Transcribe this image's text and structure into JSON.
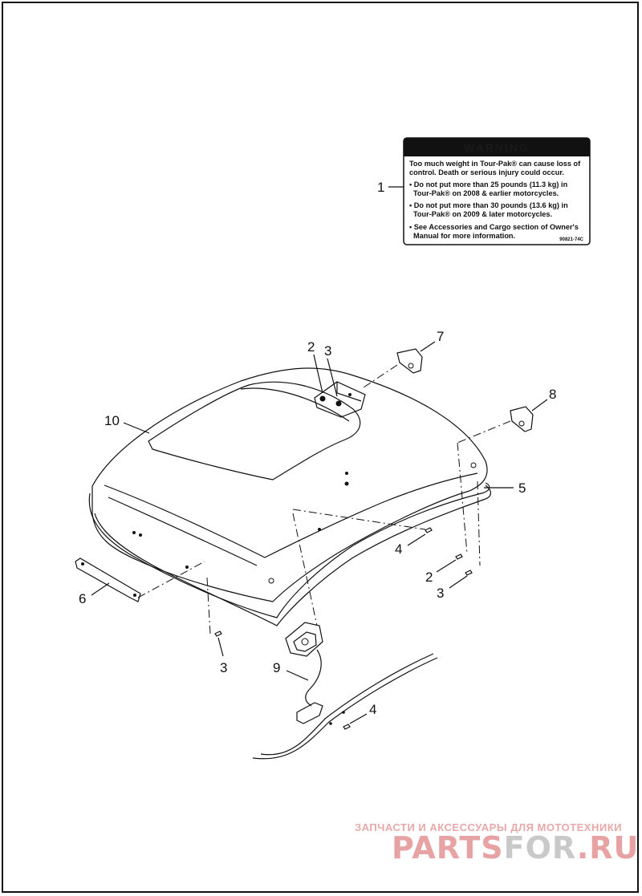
{
  "warning_label": {
    "header": "WARNING",
    "lines": [
      "Too much weight in Tour-Pak® can cause loss of",
      "control. Death or serious injury could occur."
    ],
    "bullets": [
      [
        "• Do not put more than 25 pounds (11.3 kg) in",
        "Tour-Pak® on 2008 & earlier motorcycles."
      ],
      [
        "• Do not put more than 30 pounds (13.6 kg) in",
        "Tour-Pak® on 2009 & later motorcycles."
      ],
      [
        "• See Accessories and Cargo section of Owner's",
        "Manual for more information."
      ]
    ],
    "part_code": "90821-74C"
  },
  "callouts": {
    "c1": "1",
    "c2a": "2",
    "c3a": "3",
    "c7": "7",
    "c8": "8",
    "c10": "10",
    "c5": "5",
    "c4a": "4",
    "c2b": "2",
    "c3b": "3",
    "c6": "6",
    "c3c": "3",
    "c9": "9",
    "c4b": "4"
  },
  "watermark": {
    "tagline": "ЗАПЧАСТИ И АКСЕССУАРЫ ДЛЯ МОТОТЕХНИКИ",
    "brand_a": "PARTS",
    "brand_b": "FOR",
    "brand_c": ".RU"
  }
}
